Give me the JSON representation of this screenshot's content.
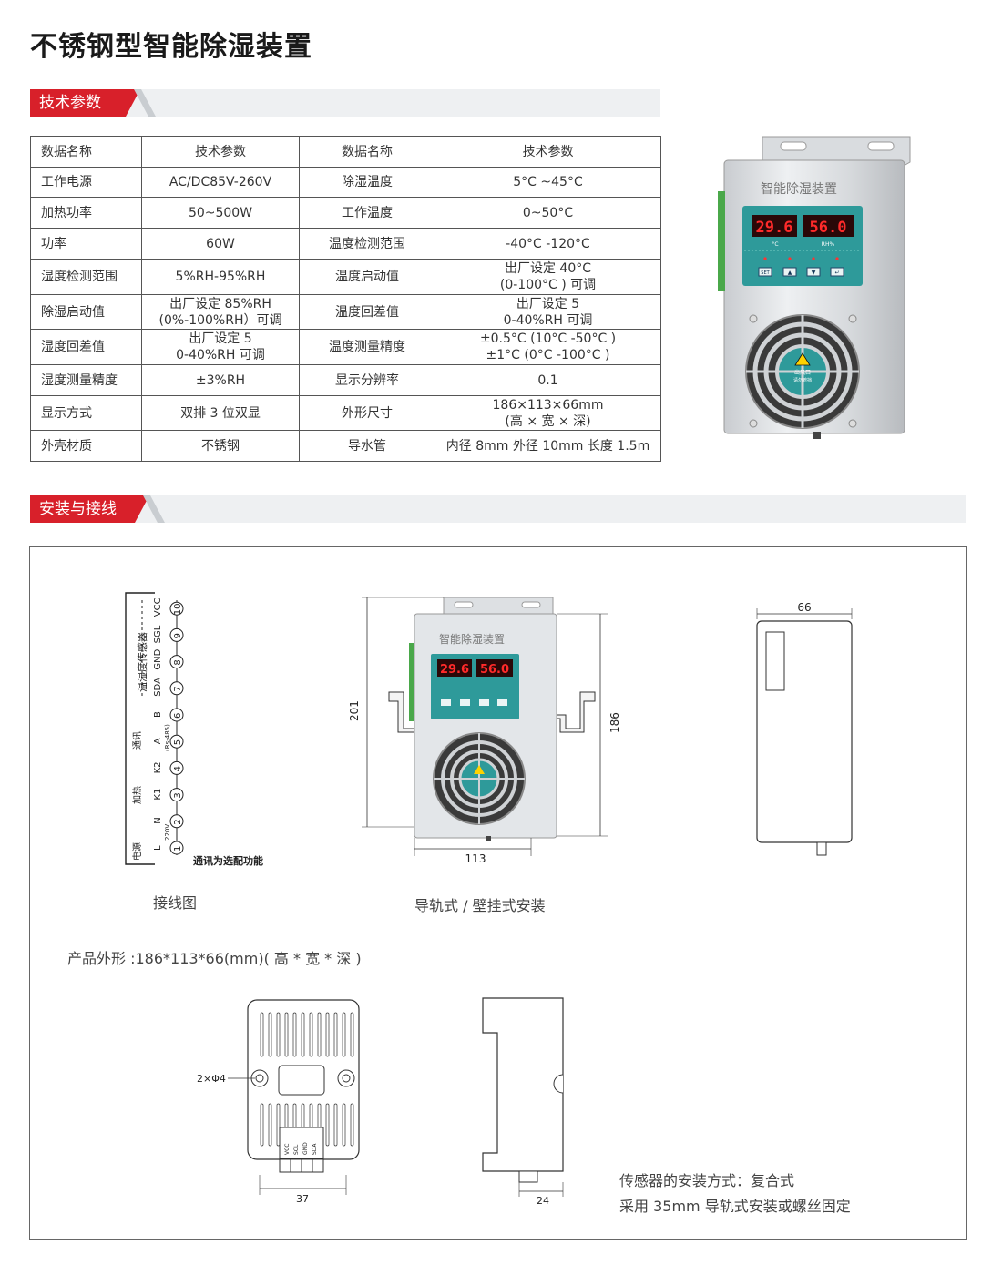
{
  "title": "不锈钢型智能除湿装置",
  "sections": {
    "specs": "技术参数",
    "install": "安装与接线"
  },
  "table": {
    "headers": [
      "数据名称",
      "技术参数",
      "数据名称",
      "技术参数"
    ],
    "rows": [
      [
        "工作电源",
        "AC/DC85V-260V",
        "除湿温度",
        "5°C ~45°C"
      ],
      [
        "加热功率",
        "50~500W",
        "工作温度",
        "0~50°C"
      ],
      [
        "功率",
        "60W",
        "温度检测范围",
        "-40°C -120°C"
      ],
      [
        "湿度检测范围",
        "5%RH-95%RH",
        "温度启动值",
        "出厂设定 40°C\n(0-100°C ) 可调"
      ],
      [
        "除湿启动值",
        "出厂设定 85%RH\n(0%-100%RH）可调",
        "温度回差值",
        "出厂设定 5\n0-40%RH 可调"
      ],
      [
        "湿度回差值",
        "出厂设定 5\n0-40%RH 可调",
        "温度测量精度",
        "±0.5°C (10°C -50°C )\n±1°C (0°C -100°C )"
      ],
      [
        "湿度测量精度",
        "±3%RH",
        "显示分辨率",
        "0.1"
      ],
      [
        "显示方式",
        "双排 3 位双显",
        "外形尺寸",
        "186×113×66mm\n(高 × 宽 × 深)"
      ],
      [
        "外壳材质",
        "不锈钢",
        "导水管",
        "内径 8mm 外径 10mm 长度 1.5m"
      ]
    ]
  },
  "device": {
    "label": "智能除湿装置",
    "display_left": "29.6",
    "display_right": "56.0",
    "unit_left": "°C",
    "unit_right": "RH%",
    "buttons": [
      "SET",
      "▲",
      "▼",
      "↵"
    ],
    "fan_label_1": "出风口",
    "fan_label_2": "请勿遮挡"
  },
  "wiring": {
    "caption": "接线图",
    "note": "通讯为选配功能",
    "pins": [
      "1",
      "2",
      "3",
      "4",
      "5",
      "6",
      "7",
      "8",
      "9",
      "10"
    ],
    "signals": [
      "L",
      "N",
      "K1",
      "K2",
      "A",
      "B",
      "SDA",
      "GND",
      "SGL",
      "VCC"
    ],
    "group_power": "电源",
    "group_power_sub": "220V",
    "group_heat": "加热",
    "group_comm": "通讯",
    "group_comm_sub": "(Rs-485)",
    "group_sensor": "温湿度传感器"
  },
  "install_drawing": {
    "caption": "导轨式 / 壁挂式安装",
    "dim_width": "113",
    "dim_height": "201",
    "dim_body": "186"
  },
  "side_drawing": {
    "dim_depth": "66"
  },
  "product_shape": "产品外形 :186*113*66(mm)( 高 * 宽 * 深 )",
  "sensor_drawing": {
    "hole_label": "2×Φ4",
    "pin_labels": [
      "VCC",
      "SCL",
      "GND",
      "SDA"
    ],
    "dim_width": "37",
    "dim_side": "24"
  },
  "sensor_note_1": "传感器的安装方式：复合式",
  "sensor_note_2": "采用 35mm 导轨式安装或螺丝固定",
  "colors": {
    "accent_red": "#d8202a",
    "section_bg": "#eef0f2",
    "display_bg": "#2e9a9a",
    "led_red": "#ff2a2a"
  }
}
